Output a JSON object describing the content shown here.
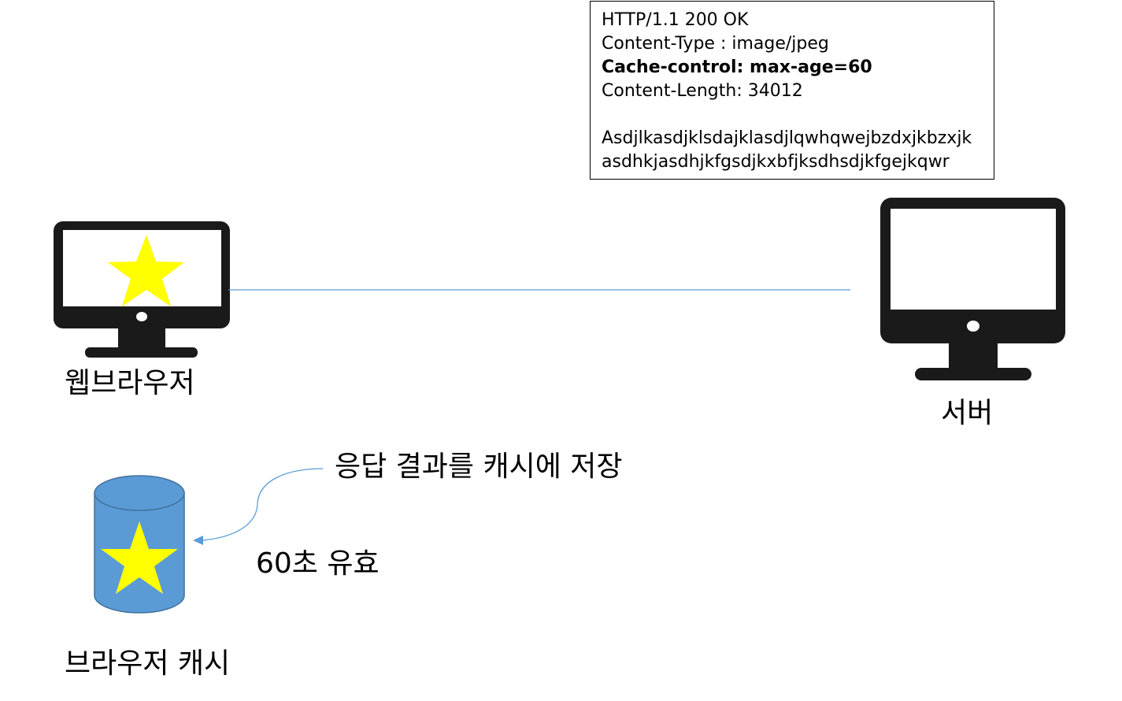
{
  "response": {
    "status_line": "HTTP/1.1 200 OK",
    "content_type": "Content-Type : image/jpeg",
    "cache_control": "Cache-control: max-age=60",
    "content_length": "Content-Length: 34012",
    "body_line1": "Asdjlkasdjklsdajklasdjlqwhqwejbzdxjkbzxjk",
    "body_line2": "asdhkjasdhjkfgsdjkxbfjksdhsdjkfgejkqwr"
  },
  "client": {
    "label": "웹브라우저",
    "icon": "monitor-icon",
    "screen_content": "star-icon"
  },
  "server": {
    "label": "서버",
    "icon": "monitor-icon"
  },
  "cache": {
    "label": "브라우저 캐시",
    "icon": "database-cylinder-icon",
    "content": "star-icon",
    "store_note": "응답 결과를 캐시에 저장",
    "validity_note": "60초 유효"
  },
  "colors": {
    "monitor": "#1a1a1a",
    "star": "#ffff00",
    "cylinder_fill": "#5b9bd5",
    "cylinder_stroke": "#41719c",
    "connector": "#5b9bd5"
  }
}
